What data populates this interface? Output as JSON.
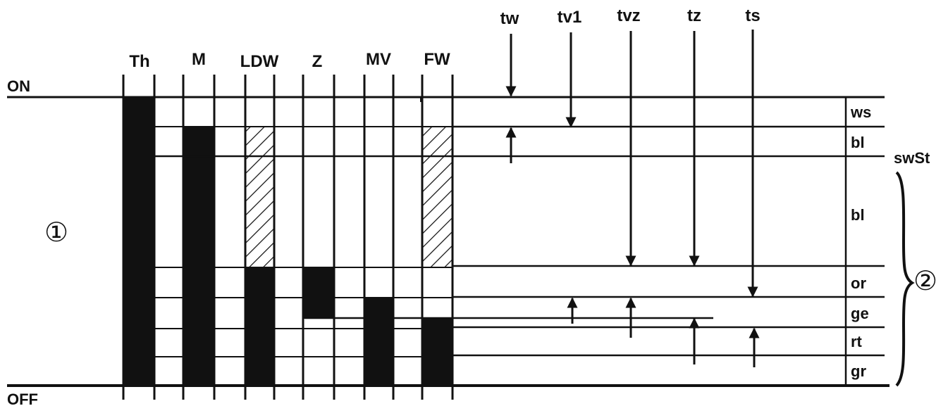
{
  "diagram": {
    "state_labels": {
      "on": "ON",
      "off": "OFF"
    },
    "columns": [
      "Th",
      "M",
      "LDW",
      "Z",
      "MV",
      "FW"
    ],
    "time_markers": [
      "tw",
      "tv1",
      "tvz",
      "tz",
      "ts"
    ],
    "wire_labels": [
      "ws",
      "bl",
      "bl",
      "or",
      "ge",
      "rt",
      "gr"
    ],
    "side_label": "swSt",
    "callouts": {
      "left": "①",
      "right": "②"
    },
    "colors": {
      "ink": "#111111",
      "background": "#ffffff"
    }
  }
}
